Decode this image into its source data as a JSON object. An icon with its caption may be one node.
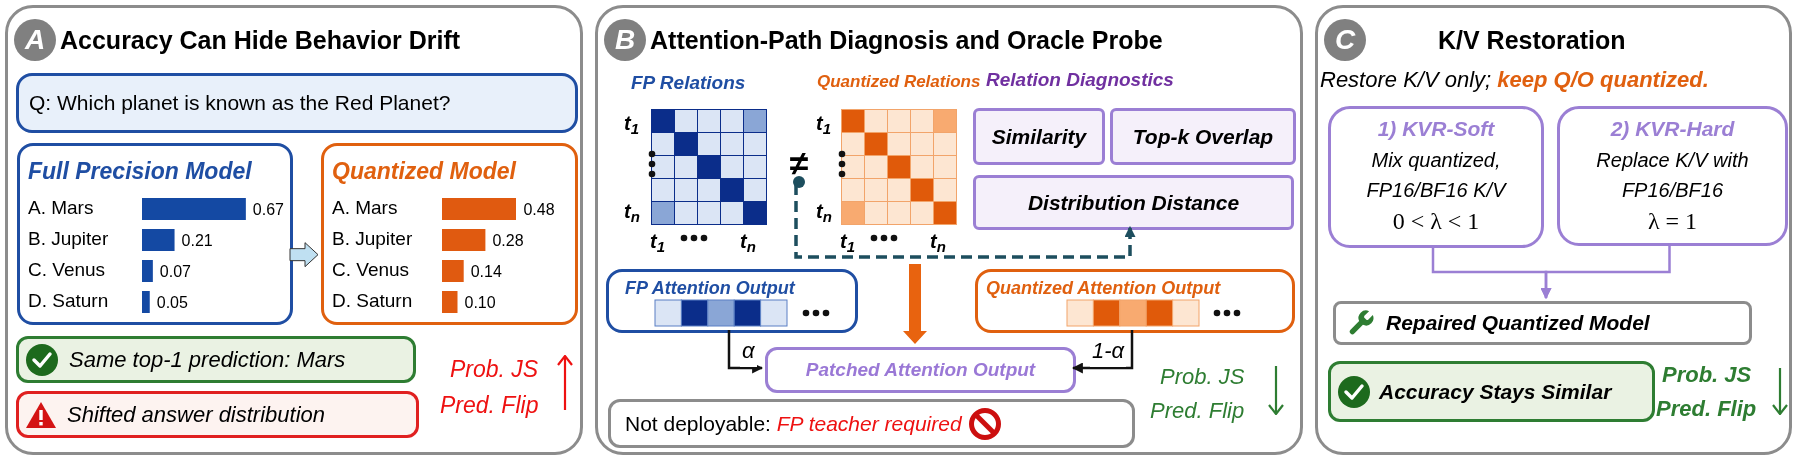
{
  "diagram": {
    "nodes": [
      {
        "text": [
          "A",
          "Accuracy Can Hide Behavior Drift"
        ]
      },
      {
        "text": [
          "Q: Which planet is known as the Red Planet?"
        ],
        "in": 0
      },
      {
        "text": [
          "Full Precision Model",
          "A. Mars",
          "0.67",
          "B. Jupiter",
          "0.21",
          "C. Venus",
          "0.07",
          "D. Saturn",
          "0.05"
        ],
        "in": 0
      },
      {
        "text": [
          "Quantized Model",
          "A. Mars",
          "0.48",
          "B. Jupiter",
          "0.28",
          "C. Venus",
          "0.14",
          "D. Saturn",
          "0.10"
        ],
        "in": 0
      },
      {
        "text": [
          "Same top-1 prediction: Mars"
        ],
        "in": 0
      },
      {
        "text": [
          "Shifted answer distribution"
        ],
        "in": 0
      },
      {
        "text": [
          "B",
          "Attention-Path Diagnosis and Oracle Probe"
        ]
      },
      {
        "text": [
          "FP Relations"
        ],
        "in": 6
      },
      {
        "text": [
          "≠"
        ],
        "in": 6
      },
      {
        "text": [
          "Quantized Relations"
        ],
        "in": 6
      },
      {
        "text": [
          "Similarity"
        ],
        "in": 6
      },
      {
        "text": [
          "Top-k Overlap"
        ],
        "in": 6
      },
      {
        "text": [
          "Distribution Distance"
        ],
        "in": 6
      },
      {
        "text": [
          "FP Attention Output"
        ],
        "in": 6
      },
      {
        "text": [
          "Quantized Attention Output"
        ],
        "in": 6
      },
      {
        "text": [
          "Patched Attention Output"
        ],
        "in": 6
      },
      {
        "text": [
          "Not deployable: *FP teacher required*"
        ],
        "in": 6
      },
      {
        "text": [
          "C",
          "K/V Restoration"
        ]
      },
      {
        "text": [
          "1) KVR-Soft",
          "Mix quantized, FP16/BF16 K/V",
          "0 < λ < 1"
        ],
        "in": 17
      },
      {
        "text": [
          "2) KVR-Hard",
          "Replace K/V with FP16/BF16",
          "λ = 1"
        ],
        "in": 17
      },
      {
        "text": [
          "Repaired Quantized Model"
        ],
        "in": 17
      },
      {
        "text": [
          "Accuracy Stays Similar"
        ],
        "in": 17
      }
    ],
    "edges": [
      {
        "from": 2,
        "to": 3,
        "arrow": "to",
        "style": "thick",
        "color": "#bfe0f2"
      },
      {
        "from": 8,
        "to": 12,
        "arrow": "to",
        "style": "dashed",
        "color": "#1d4e5e"
      },
      {
        "from": 13,
        "to": 15,
        "label": "α",
        "arrow": "to"
      },
      {
        "from": 14,
        "to": 15,
        "label": "1-α",
        "arrow": "to"
      },
      {
        "from": 18,
        "to": 20,
        "arrow": "to",
        "color": "#9b7fd4"
      },
      {
        "from": 19,
        "to": 20,
        "arrow": "to",
        "color": "#9b7fd4"
      },
      {
        "from": null,
        "to": 15,
        "arrow": "to",
        "style": "thick",
        "color": "#e8630f"
      }
    ],
    "labels": [
      "Prob. JS",
      "Pred. Flip",
      "Relation Diagnostics",
      "t$_{1}$",
      "t$_{n}$",
      "t$_{1}$",
      "t$_{n}$",
      "t$_{1}$",
      "t$_{n}$",
      "t$_{1}$",
      "t$_{n}$",
      "Prob. JS",
      "Pred. Flip",
      "Restore K/V only; *keep Q/O quantized.*",
      "Prob. JS",
      "Pred. Flip"
    ]
  }
}
